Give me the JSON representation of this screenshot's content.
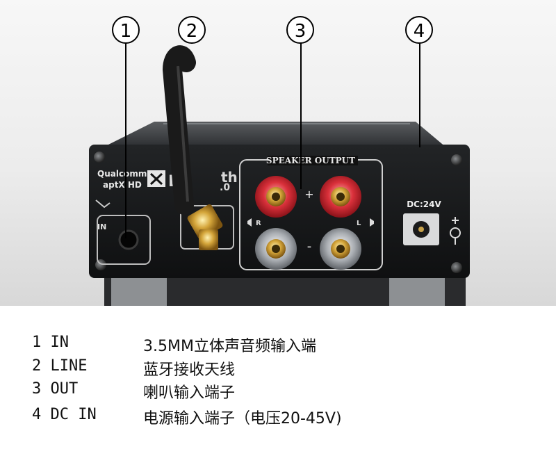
{
  "photo": {
    "callouts": [
      "1",
      "2",
      "3",
      "4"
    ],
    "brand_line1": "Qualcomm",
    "brand_line2": "aptX HD",
    "partial_label_1": "B",
    "partial_label_2": "th",
    "partial_label_3": ".0",
    "in_label": "IN",
    "speaker_label": "SPEAKER OUTPUT",
    "plus": "+",
    "minus": "-",
    "right": "R",
    "left": "L",
    "dc_label": "DC:24V"
  },
  "legend": [
    {
      "code": "1 IN",
      "desc": "3.5MM立体声音频输入端"
    },
    {
      "code": "2 LINE",
      "desc": "蓝牙接收天线"
    },
    {
      "code": "3 OUT",
      "desc": "喇叭输入端子"
    },
    {
      "code": "4 DC IN",
      "desc": "电源输入端子（电压20-45V)"
    }
  ]
}
